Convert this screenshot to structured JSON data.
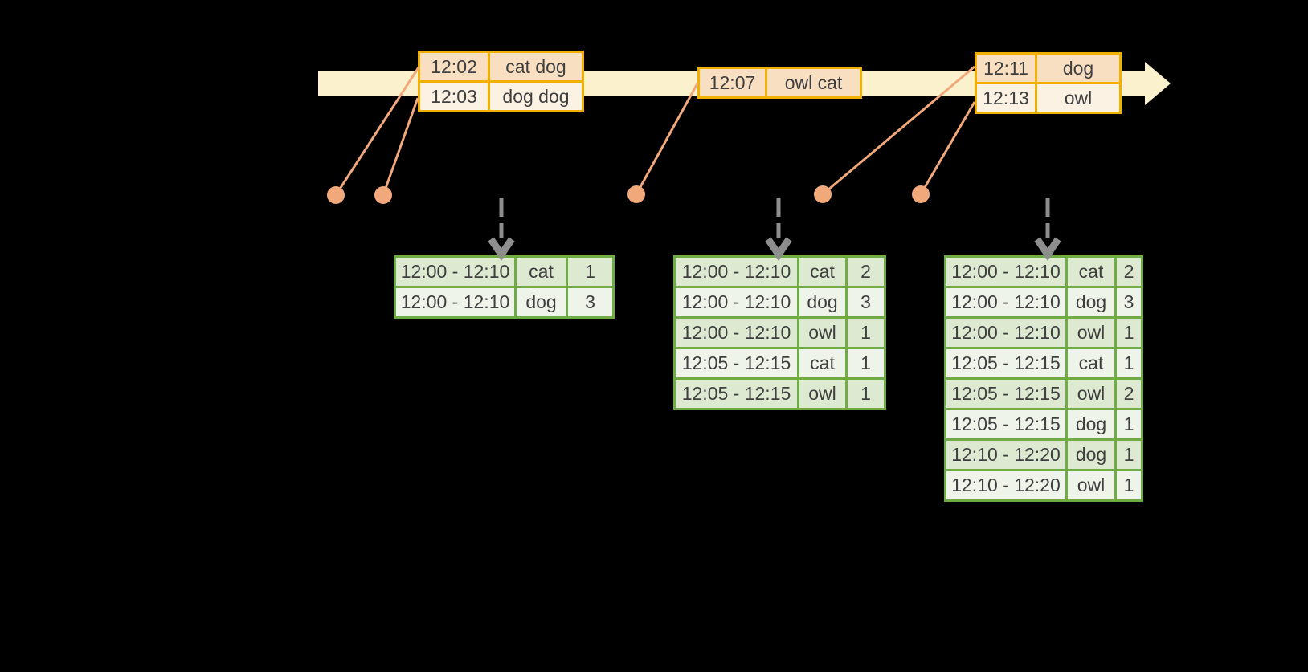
{
  "colors": {
    "background": "#000000",
    "timeline_fill": "#fbf1cc",
    "event_border": "#f2b100",
    "event_row_dark": "#f8dfc2",
    "event_row_light": "#fcf2e4",
    "marker_orange": "#f1a87b",
    "arrow_gray": "#8e8e8e",
    "result_border": "#6fac46",
    "result_row_dark": "#dde9d1",
    "result_row_light": "#eef4e9",
    "text": "#3f3f3f"
  },
  "event_tables": [
    {
      "rows": [
        {
          "time": "12:02",
          "words": "cat dog"
        },
        {
          "time": "12:03",
          "words": "dog dog"
        }
      ]
    },
    {
      "rows": [
        {
          "time": "12:07",
          "words": "owl cat"
        }
      ]
    },
    {
      "rows": [
        {
          "time": "12:11",
          "words": "dog"
        },
        {
          "time": "12:13",
          "words": "owl"
        }
      ]
    }
  ],
  "result_tables": [
    {
      "rows": [
        [
          "12:00 - 12:10",
          "cat",
          "1"
        ],
        [
          "12:00 - 12:10",
          "dog",
          "3"
        ]
      ]
    },
    {
      "rows": [
        [
          "12:00 - 12:10",
          "cat",
          "2"
        ],
        [
          "12:00 - 12:10",
          "dog",
          "3"
        ],
        [
          "12:00 - 12:10",
          "owl",
          "1"
        ],
        [
          "12:05 - 12:15",
          "cat",
          "1"
        ],
        [
          "12:05 - 12:15",
          "owl",
          "1"
        ]
      ]
    },
    {
      "rows": [
        [
          "12:00 - 12:10",
          "cat",
          "2"
        ],
        [
          "12:00 - 12:10",
          "dog",
          "3"
        ],
        [
          "12:00 - 12:10",
          "owl",
          "1"
        ],
        [
          "12:05 - 12:15",
          "cat",
          "1"
        ],
        [
          "12:05 - 12:15",
          "owl",
          "2"
        ],
        [
          "12:05 - 12:15",
          "dog",
          "1"
        ],
        [
          "12:10 - 12:20",
          "dog",
          "1"
        ],
        [
          "12:10 - 12:20",
          "owl",
          "1"
        ]
      ]
    }
  ]
}
